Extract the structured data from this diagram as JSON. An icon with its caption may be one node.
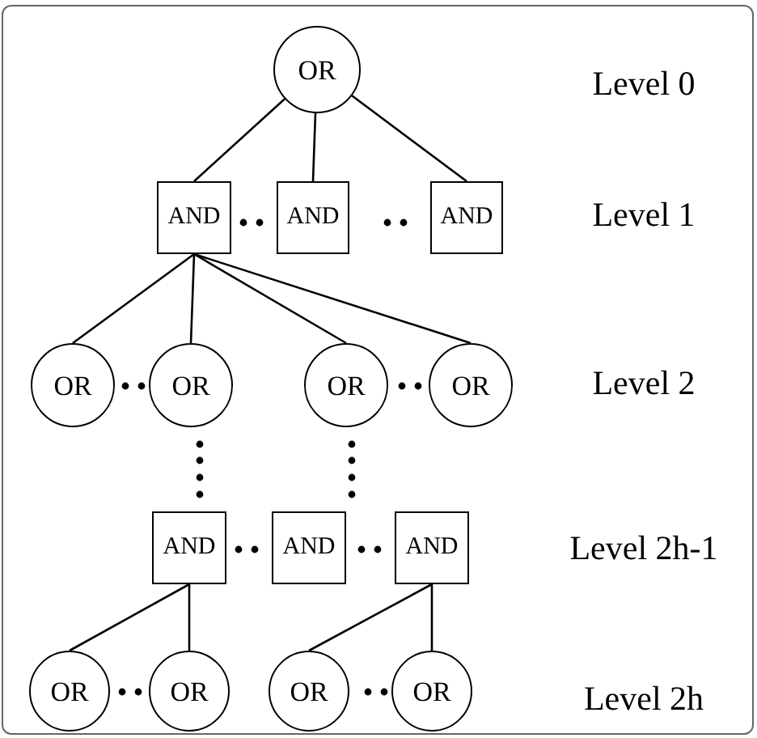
{
  "diagram": {
    "nodes": [
      {
        "text": [
          "OR"
        ]
      },
      {
        "text": [
          "AND"
        ]
      },
      {
        "text": [
          "AND"
        ]
      },
      {
        "text": [
          "AND"
        ]
      },
      {
        "text": [
          "OR"
        ]
      },
      {
        "text": [
          "OR"
        ]
      },
      {
        "text": [
          "OR"
        ]
      },
      {
        "text": [
          "OR"
        ]
      },
      {
        "text": [
          "AND"
        ]
      },
      {
        "text": [
          "AND"
        ]
      },
      {
        "text": [
          "AND"
        ]
      },
      {
        "text": [
          "OR"
        ]
      },
      {
        "text": [
          "OR"
        ]
      },
      {
        "text": [
          "OR"
        ]
      },
      {
        "text": [
          "OR"
        ]
      }
    ],
    "edges": [
      {
        "from": 0,
        "to": 1,
        "arrow": "none"
      },
      {
        "from": 0,
        "to": 2,
        "arrow": "none"
      },
      {
        "from": 0,
        "to": 3,
        "arrow": "none"
      },
      {
        "from": 1,
        "to": 4,
        "arrow": "none"
      },
      {
        "from": 1,
        "to": 5,
        "arrow": "none"
      },
      {
        "from": 1,
        "to": 6,
        "arrow": "none"
      },
      {
        "from": 1,
        "to": 7,
        "arrow": "none"
      },
      {
        "from": 8,
        "to": 11,
        "arrow": "none"
      },
      {
        "from": 8,
        "to": 12,
        "arrow": "none"
      },
      {
        "from": 10,
        "to": 13,
        "arrow": "none"
      },
      {
        "from": 10,
        "to": 14,
        "arrow": "none"
      }
    ],
    "labels": [
      "Level 0",
      "Level 1",
      "Level 2",
      "Level 2h-1",
      "Level 2h"
    ]
  }
}
